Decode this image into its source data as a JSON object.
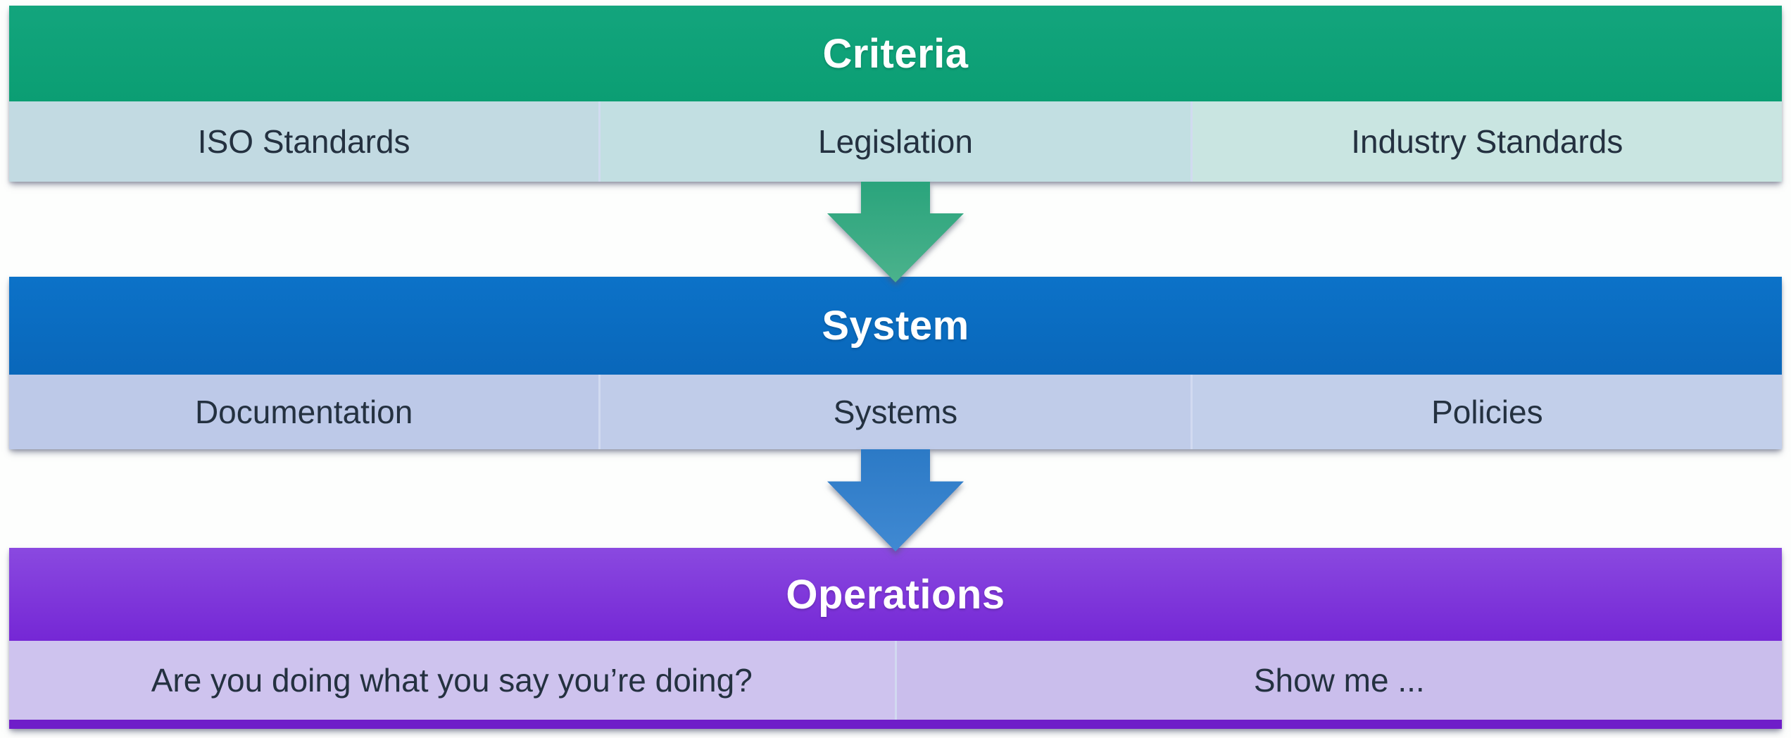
{
  "layers": [
    {
      "title": "Criteria",
      "items": [
        "ISO Standards",
        "Legislation",
        "Industry Standards"
      ],
      "header_color": "#0FA377",
      "row_color": "#C4DEE2"
    },
    {
      "title": "System",
      "items": [
        "Documentation",
        "Systems",
        "Policies"
      ],
      "header_color": "#0A6DC2",
      "row_color": "#BFCBE9"
    },
    {
      "title": "Operations",
      "items": [
        "Are you doing what you say you’re doing?",
        "Show me ..."
      ],
      "header_color": "#7B2FD8",
      "row_color": "#CCC1ED",
      "bottom_strip_color": "#6F1DC9"
    }
  ],
  "arrows": [
    {
      "name": "criteria-to-system",
      "color": "#35A67E"
    },
    {
      "name": "system-to-operations",
      "color": "#2E7DCA"
    }
  ],
  "text_color_dark": "#243140"
}
